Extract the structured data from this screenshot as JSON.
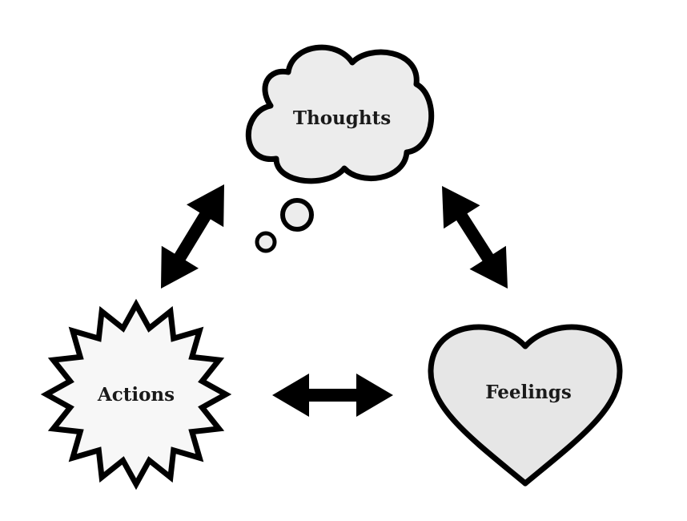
{
  "nodes": {
    "thoughts": {
      "label": "Thoughts",
      "shape": "cloud-icon",
      "fill": "#ececec"
    },
    "actions": {
      "label": "Actions",
      "shape": "starburst-icon",
      "fill": "#f7f7f7"
    },
    "feelings": {
      "label": "Feelings",
      "shape": "heart-icon",
      "fill": "#e6e6e6"
    }
  },
  "connections": [
    {
      "from": "actions",
      "to": "thoughts",
      "style": "double-headed-arrow"
    },
    {
      "from": "thoughts",
      "to": "feelings",
      "style": "double-headed-arrow"
    },
    {
      "from": "actions",
      "to": "feelings",
      "style": "double-headed-arrow"
    }
  ],
  "colors": {
    "stroke": "#000000",
    "arrow": "#000000",
    "background": "#ffffff"
  }
}
